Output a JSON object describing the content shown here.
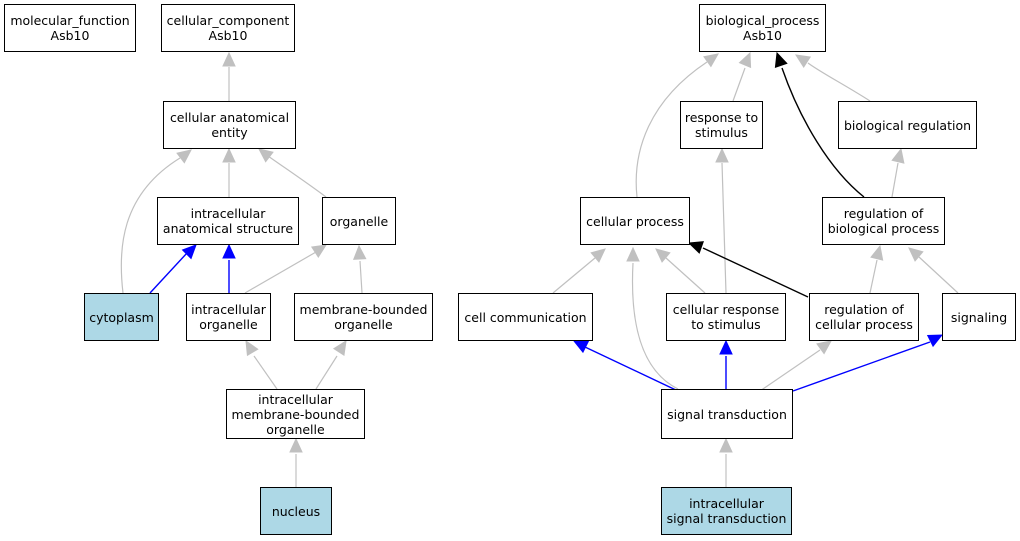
{
  "colors": {
    "highlight": "#add8e6",
    "gray_edge": "#c0c0c0",
    "blue_edge": "#0000ff",
    "black_edge": "#000000"
  },
  "nodes": {
    "mf": "molecular_function\nAsb10",
    "cc": "cellular_component\nAsb10",
    "bp": "biological_process\nAsb10",
    "cae": "cellular anatomical\nentity",
    "ias": "intracellular\nanatomical structure",
    "org": "organelle",
    "cyto": "cytoplasm",
    "io": "intracellular\norganelle",
    "mbo": "membrane-bounded\norganelle",
    "imbo": "intracellular\nmembrane-bounded\norganelle",
    "nuc": "nucleus",
    "rts": "response to\nstimulus",
    "breg": "biological regulation",
    "cp": "cellular process",
    "rbp": "regulation of\nbiological process",
    "cc2": "cell communication",
    "crs": "cellular response\nto stimulus",
    "rcp": "regulation of\ncellular process",
    "sig": "signaling",
    "st": "signal transduction",
    "ist": "intracellular\nsignal transduction"
  }
}
